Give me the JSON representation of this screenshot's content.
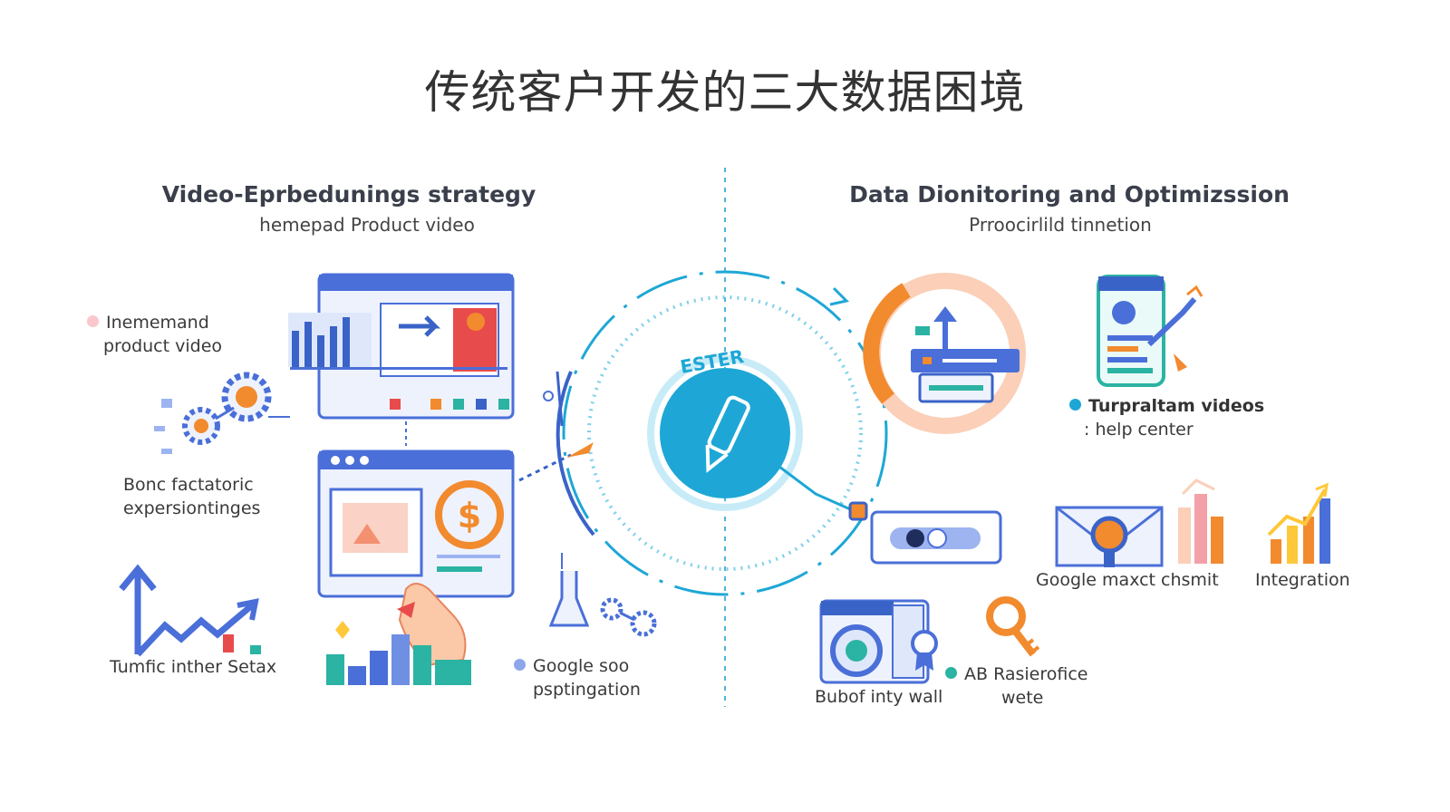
{
  "title": "传统客户开发的三大数据困境",
  "left": {
    "heading": "Video-Eprbedunings strategy",
    "subheading": "hemepad  Product video",
    "labels": {
      "inemand_line1": "Inememand",
      "inemand_line2": "product video",
      "bonc_line1": "Bonc factatoric",
      "bonc_line2": "expersiontinges",
      "tumfic": "Tumfic inther Setax",
      "google_line1": "Google soo",
      "google_line2": "psptingation"
    }
  },
  "center": {
    "badge_text": "ESTER"
  },
  "right": {
    "heading": "Data Dionitoring and Optimizssion",
    "subheading": "Prroocirlild tinnetion",
    "labels": {
      "turpraltam_line1": "Turpraltam videos",
      "turpraltam_line2": ": help center",
      "google_maxct": "Google maxct chsmit",
      "integration": "Integration",
      "bubof": "Bubof inty wall",
      "ab_line1": "AB Rasierofice",
      "ab_line2": "wete"
    }
  },
  "colors": {
    "primary_blue": "#4a6fd8",
    "cyan": "#1ea7d6",
    "orange": "#f28a2e",
    "teal": "#2bb3a3",
    "pink": "#f4a0a8",
    "light_blue": "#9db4f0"
  },
  "icons": [
    "video-player-icon",
    "gear-icon",
    "dollar-icon",
    "hand-pointer-icon",
    "trend-arrow-icon",
    "bar-chart-icon",
    "rocket-icon",
    "pen-icon",
    "router-icon",
    "mobile-dashboard-icon",
    "toggle-icon",
    "envelope-icon",
    "washing-machine-icon",
    "key-icon",
    "beaker-icon"
  ]
}
